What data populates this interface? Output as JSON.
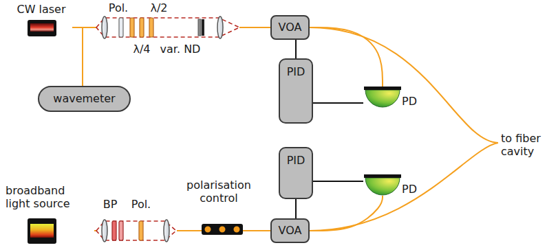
{
  "diagram": {
    "nodes": [
      {
        "text": [
          "CW laser"
        ]
      },
      {
        "text": [
          "VOA"
        ]
      },
      {
        "text": [
          "PID"
        ]
      },
      {
        "text": [
          "PD"
        ]
      },
      {
        "text": [
          "wavemeter"
        ]
      },
      {
        "text": [
          "PID"
        ]
      },
      {
        "text": [
          "PD"
        ]
      },
      {
        "text": [
          "broadband light source"
        ]
      },
      {
        "text": [
          "VOA"
        ]
      }
    ],
    "edges": [
      {
        "from": 0,
        "to": 4,
        "arrow": "none"
      },
      {
        "from": 0,
        "to": 1,
        "arrow": "none"
      },
      {
        "from": 1,
        "to": 3,
        "arrow": "none"
      },
      {
        "from": 3,
        "to": 2,
        "arrow": "none"
      },
      {
        "from": 2,
        "to": 1,
        "arrow": "none"
      },
      {
        "from": 7,
        "to": 8,
        "arrow": "none"
      },
      {
        "from": 8,
        "to": 6,
        "arrow": "none"
      },
      {
        "from": 6,
        "to": 5,
        "arrow": "none"
      },
      {
        "from": 5,
        "to": 8,
        "arrow": "none"
      }
    ],
    "labels": [
      "Pol.",
      "λ/2",
      "λ/4",
      "var. ND",
      "BP",
      "Pol.",
      "polarisation control",
      "to fiber cavity"
    ]
  }
}
